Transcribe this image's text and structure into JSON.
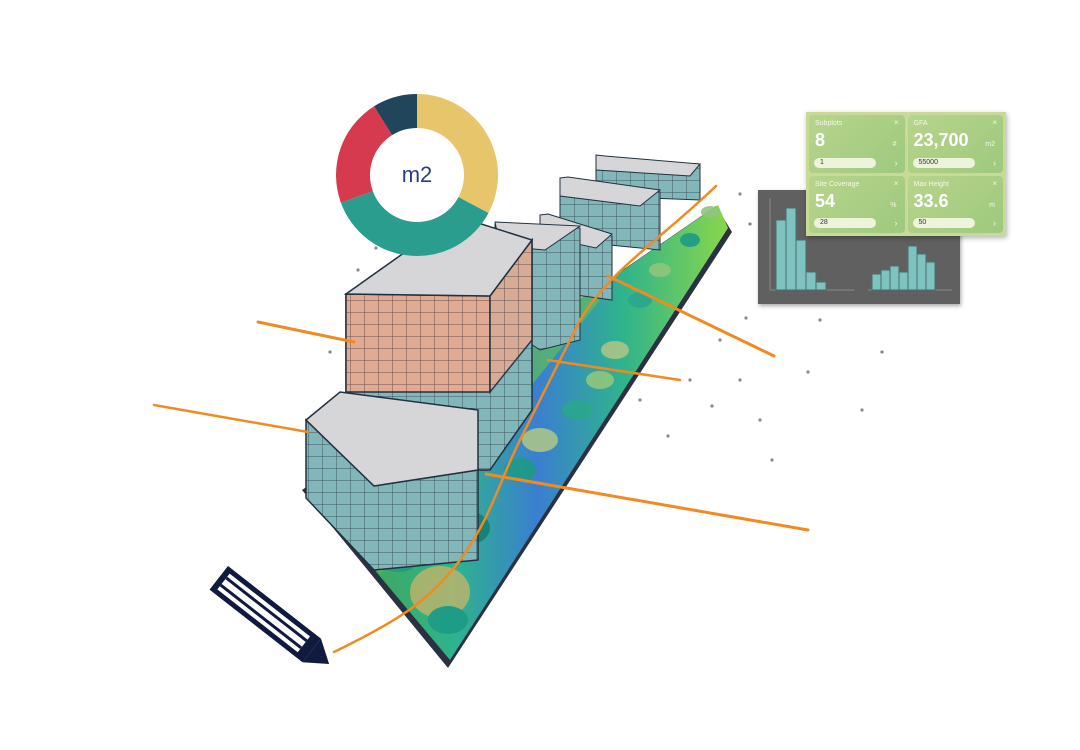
{
  "donut": {
    "label": "m2",
    "colors": [
      "#e6c56b",
      "#2a9d8f",
      "#d63a4f",
      "#21455a"
    ]
  },
  "metrics": [
    {
      "label": "Subplots",
      "value": "8",
      "unit": "#",
      "input": "1"
    },
    {
      "label": "GFA",
      "value": "23,700",
      "unit": "m2",
      "input": "55000"
    },
    {
      "label": "Site Coverage",
      "value": "54",
      "unit": "%",
      "input": "28"
    },
    {
      "label": "Max Height",
      "value": "33.6",
      "unit": "m",
      "input": "50"
    }
  ],
  "icons": {
    "close": "×",
    "next": "›",
    "pencil": "pencil-icon"
  },
  "colors": {
    "orange_path": "#f28a22",
    "building_glass": "#7fb3b6",
    "building_tint": "#e2a98f",
    "roof": "#d6d6d8",
    "ground": "#4caf50",
    "histogram_bar": "#7ec3c0",
    "panel_green": "#c9da98"
  }
}
